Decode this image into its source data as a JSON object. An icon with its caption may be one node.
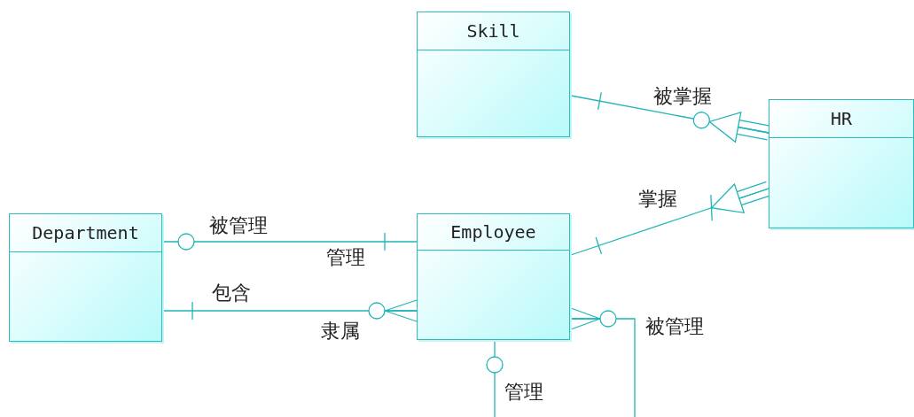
{
  "diagram": {
    "nodes": [
      {
        "text": [
          "Skill"
        ]
      },
      {
        "text": [
          "HR"
        ]
      },
      {
        "text": [
          "Department"
        ]
      },
      {
        "text": [
          "Employee"
        ]
      }
    ],
    "edges": [
      {
        "from": 0,
        "to": 1,
        "arrow": "other",
        "label": "被掌握"
      },
      {
        "from": 3,
        "to": 1,
        "arrow": "other",
        "label": "掌握"
      },
      {
        "from": 2,
        "to": 3,
        "arrow": "other",
        "label": "被管理"
      },
      {
        "from": 2,
        "to": 3,
        "arrow": "other",
        "label": "包含"
      },
      {
        "from": 3,
        "to": null,
        "arrow": "other",
        "label": "被管理"
      },
      {
        "from": 3,
        "to": null,
        "arrow": "other",
        "label": "管理"
      }
    ],
    "labels": [
      "管理",
      "隶属"
    ]
  }
}
